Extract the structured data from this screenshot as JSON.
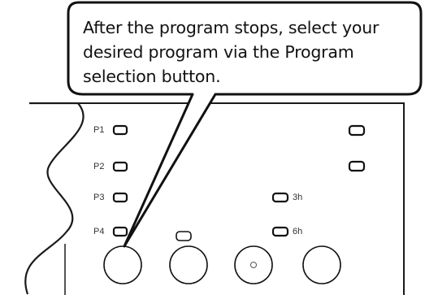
{
  "callout": {
    "lines": [
      "After the program stops, select your",
      "desired program via the Program",
      "selection button."
    ]
  },
  "panel": {
    "program_labels": [
      "P1",
      "P2",
      "P3",
      "P4"
    ],
    "timer_labels": [
      "3h",
      "6h"
    ]
  }
}
